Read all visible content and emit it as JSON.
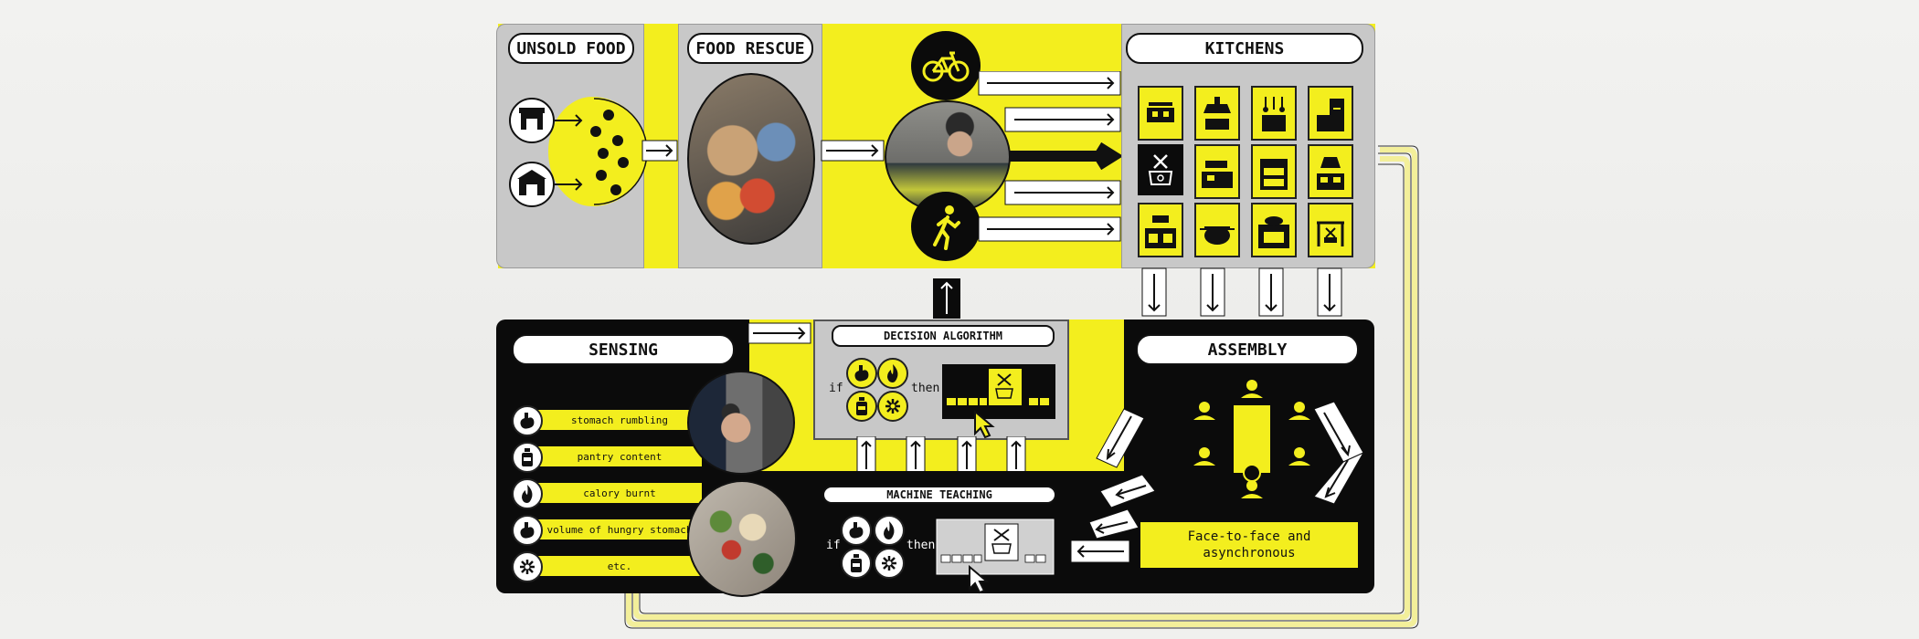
{
  "labels": {
    "unsold_food": "UNSOLD FOOD",
    "food_rescue": "FOOD RESCUE",
    "kitchens": "KITCHENS",
    "sensing": "SENSING",
    "decision_algorithm": "DECISION ALGORITHM",
    "assembly": "ASSEMBLY",
    "machine_teaching": "MACHINE TEACHING",
    "if": "if",
    "then": "then",
    "assembly_note": "Face-to-face and asynchronous"
  },
  "sensing_items": [
    {
      "label": "stomach rumbling",
      "icon": "stomach-icon"
    },
    {
      "label": "pantry content",
      "icon": "bottle-icon"
    },
    {
      "label": "calory burnt",
      "icon": "flame-icon"
    },
    {
      "label": "volume of hungry stomach",
      "icon": "stomach-icon"
    },
    {
      "label": "etc.",
      "icon": "asterisk-icon"
    }
  ],
  "colors": {
    "accent_yellow": "#f3ee1e",
    "black": "#0b0b0b",
    "panel_gray": "#c8c8c8",
    "loop_line": "#f5f1a8"
  }
}
